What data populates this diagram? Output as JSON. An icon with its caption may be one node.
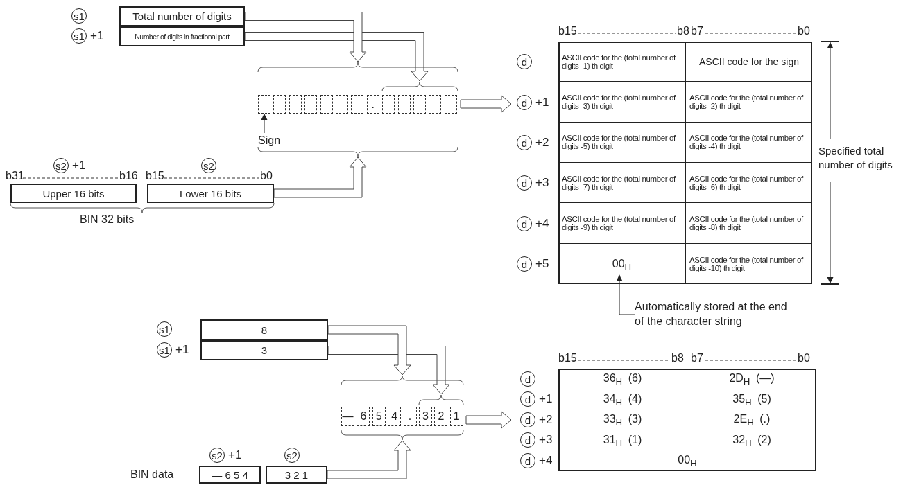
{
  "diagram": {
    "nodes": [
      {
        "text": [
          "Total number of digits"
        ],
        "beside": [
          "s1"
        ]
      },
      {
        "text": [
          "Number of digits in fractional part"
        ],
        "beside": [
          "s1",
          "+1"
        ]
      },
      {
        "text": [],
        "shape": "brace"
      },
      {
        "text": [],
        "shape": "box",
        "in": 2
      },
      {
        "text": [],
        "shape": "box",
        "in": 2
      },
      {
        "text": [],
        "shape": "box",
        "in": 2
      },
      {
        "text": [],
        "shape": "box",
        "in": 2
      },
      {
        "text": [],
        "shape": "box",
        "in": 2
      },
      {
        "text": [],
        "shape": "box",
        "in": 2
      },
      {
        "text": [],
        "shape": "box",
        "in": 2
      },
      {
        "text": [
          "."
        ],
        "in": 2
      },
      {
        "text": [],
        "shape": "box",
        "in": 2
      },
      {
        "text": [],
        "shape": "box",
        "in": 2
      },
      {
        "text": [],
        "shape": "box",
        "in": 2
      },
      {
        "text": [],
        "shape": "box",
        "in": 2
      },
      {
        "text": [],
        "shape": "box",
        "in": 2
      },
      {
        "text": [
          "Sign"
        ],
        "in": 2
      },
      {
        "text": [
          "Upper 16 bits"
        ],
        "beside": [
          "s2",
          "+1"
        ]
      },
      {
        "text": [
          "Lower 16 bits"
        ],
        "beside": [
          "s2"
        ]
      },
      {
        "text": [],
        "shape": "box"
      },
      {
        "text": [
          "ASCII code for the (total number of digits -1) th digit"
        ],
        "in": 19,
        "beside": [
          "d"
        ]
      },
      {
        "text": [
          "ASCII code for the sign"
        ],
        "in": 19
      },
      {
        "text": [
          "ASCII code for the (total number of digits -3) th digit"
        ],
        "in": 19,
        "beside": [
          "d",
          "+1"
        ]
      },
      {
        "text": [
          "ASCII code for the (total number of digits -2) th digit"
        ],
        "in": 19
      },
      {
        "text": [
          "ASCII code for the (total number of digits -5) th digit"
        ],
        "in": 19,
        "beside": [
          "d",
          "+2"
        ]
      },
      {
        "text": [
          "ASCII code for the (total number of digits -4) th digit"
        ],
        "in": 19
      },
      {
        "text": [
          "ASCII code for the (total number of digits -7) th digit"
        ],
        "in": 19,
        "beside": [
          "d",
          "+3"
        ]
      },
      {
        "text": [
          "ASCII code for the (total number of digits -6) th digit"
        ],
        "in": 19
      },
      {
        "text": [
          "ASCII code for the (total number of digits -9) th digit"
        ],
        "in": 19,
        "beside": [
          "d",
          "+4"
        ]
      },
      {
        "text": [
          "ASCII code for the (total number of digits -8) th digit"
        ],
        "in": 19
      },
      {
        "text": [
          "00$_{H}$"
        ],
        "in": 19,
        "beside": [
          "d",
          "+5"
        ]
      },
      {
        "text": [
          "ASCII code for the (total number of digits -10) th digit"
        ],
        "in": 19
      },
      {
        "text": [
          "Automatically stored at the end of the character string"
        ]
      },
      {
        "text": [
          "8"
        ],
        "beside": [
          "s1"
        ]
      },
      {
        "text": [
          "3"
        ],
        "beside": [
          "s1",
          "+1"
        ]
      },
      {
        "text": [],
        "shape": "brace"
      },
      {
        "text": [
          "—"
        ],
        "in": 35
      },
      {
        "text": [
          "6"
        ],
        "in": 35
      },
      {
        "text": [
          "5"
        ],
        "in": 35
      },
      {
        "text": [
          "4"
        ],
        "in": 35
      },
      {
        "text": [
          "."
        ],
        "in": 35
      },
      {
        "text": [
          "3"
        ],
        "in": 35
      },
      {
        "text": [
          "2"
        ],
        "in": 35
      },
      {
        "text": [
          "1"
        ],
        "in": 35
      },
      {
        "text": [
          "— 6 5 4"
        ],
        "beside": [
          "s2",
          "+1"
        ]
      },
      {
        "text": [
          "3 2 1"
        ],
        "beside": [
          "s2"
        ]
      },
      {
        "text": [],
        "shape": "box"
      },
      {
        "text": [
          "36$_{H}$ (6)"
        ],
        "in": 46,
        "beside": [
          "d"
        ]
      },
      {
        "text": [
          "2D$_{H}$ (—)"
        ],
        "in": 46
      },
      {
        "text": [
          "34$_{H}$ (4)"
        ],
        "in": 46,
        "beside": [
          "d",
          "+1"
        ]
      },
      {
        "text": [
          "35$_{H}$ (5)"
        ],
        "in": 46
      },
      {
        "text": [
          "33$_{H}$ (3)"
        ],
        "in": 46,
        "beside": [
          "d",
          "+2"
        ]
      },
      {
        "text": [
          "2E$_{H}$ (.)"
        ],
        "in": 46
      },
      {
        "text": [
          "31$_{H}$ (1)"
        ],
        "in": 46,
        "beside": [
          "d",
          "+3"
        ]
      },
      {
        "text": [
          "32$_{H}$ (2)"
        ],
        "in": 46
      },
      {
        "text": [
          "00$_{H}$"
        ],
        "in": 46,
        "beside": [
          "d",
          "+4"
        ]
      }
    ],
    "edges": [
      {
        "from": 0,
        "to": 2,
        "arrow": "to",
        "style": "thick"
      },
      {
        "from": 1,
        "to": 2,
        "arrow": "to",
        "style": "thick"
      },
      {
        "from": 16,
        "to": 3,
        "arrow": "to"
      },
      {
        "from": 18,
        "to": 2,
        "arrow": "to",
        "style": "thick"
      },
      {
        "from": 2,
        "to": 19,
        "arrow": "to",
        "style": "thick"
      },
      {
        "from": 32,
        "to": 30,
        "arrow": "to"
      },
      {
        "from": 33,
        "to": 35,
        "arrow": "to",
        "style": "thick"
      },
      {
        "from": 34,
        "to": 35,
        "arrow": "to",
        "style": "thick"
      },
      {
        "from": 45,
        "to": 35,
        "arrow": "to",
        "style": "thick"
      },
      {
        "from": 35,
        "to": 46,
        "arrow": "to",
        "style": "thick"
      }
    ],
    "labels": [
      "b15",
      "b8",
      "b7",
      "b0",
      "Specified total number of digits",
      "b31",
      "b16",
      "b15",
      "b0",
      "BIN 32 bits",
      "b15",
      "b8",
      "b7",
      "b0",
      "BIN data"
    ]
  }
}
